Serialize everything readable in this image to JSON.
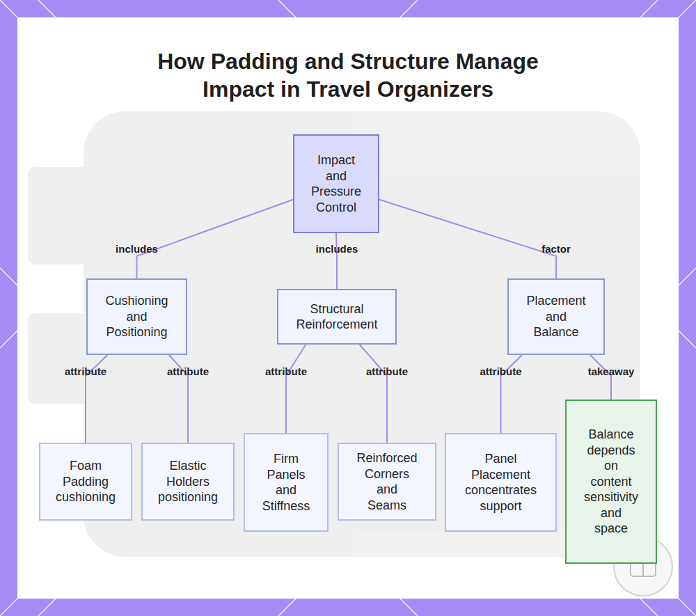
{
  "diagram": {
    "title": "How Padding and Structure Manage Impact in Travel Organizers",
    "nodes": [
      {
        "text": [
          "Impact and Pressure Control"
        ]
      },
      {
        "text": [
          "Cushioning and Positioning"
        ]
      },
      {
        "text": [
          "Structural Reinforcement"
        ]
      },
      {
        "text": [
          "Placement and Balance"
        ]
      },
      {
        "text": [
          "Foam Padding cushioning"
        ]
      },
      {
        "text": [
          "Elastic Holders positioning"
        ]
      },
      {
        "text": [
          "Firm Panels and Stiffness"
        ]
      },
      {
        "text": [
          "Reinforced Corners and Seams"
        ]
      },
      {
        "text": [
          "Panel Placement concentrates support"
        ]
      },
      {
        "text": [
          "Balance depends on content sensitivity and space"
        ]
      }
    ],
    "edges": [
      {
        "from": 0,
        "to": 1,
        "label": "includes",
        "arrow": "none"
      },
      {
        "from": 0,
        "to": 2,
        "label": "includes",
        "arrow": "none"
      },
      {
        "from": 0,
        "to": 3,
        "label": "factor",
        "arrow": "none"
      },
      {
        "from": 1,
        "to": 4,
        "label": "attribute",
        "arrow": "none"
      },
      {
        "from": 1,
        "to": 5,
        "label": "attribute",
        "arrow": "none"
      },
      {
        "from": 2,
        "to": 6,
        "label": "attribute",
        "arrow": "none"
      },
      {
        "from": 2,
        "to": 7,
        "label": "attribute",
        "arrow": "none"
      },
      {
        "from": 3,
        "to": 8,
        "label": "attribute",
        "arrow": "none"
      },
      {
        "from": 3,
        "to": 9,
        "label": "takeaway",
        "arrow": "none"
      }
    ]
  }
}
